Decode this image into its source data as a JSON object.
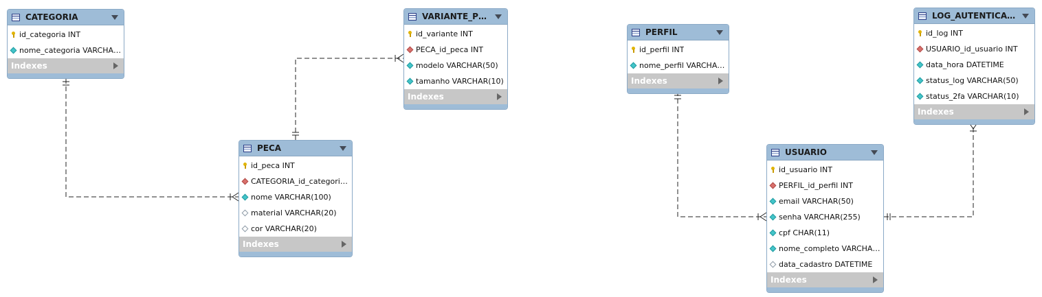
{
  "tables": {
    "categoria": {
      "name": "CATEGORIA",
      "columns": [
        {
          "text": "id_categoria INT",
          "kind": "pk"
        },
        {
          "text": "nome_categoria VARCHAR(50)",
          "kind": "nn"
        }
      ],
      "indexes_label": "Indexes"
    },
    "variante": {
      "name": "VARIANTE_PE...",
      "columns": [
        {
          "text": "id_variante INT",
          "kind": "pk"
        },
        {
          "text": "PECA_id_peca INT",
          "kind": "fk"
        },
        {
          "text": "modelo VARCHAR(50)",
          "kind": "nn"
        },
        {
          "text": "tamanho VARCHAR(10)",
          "kind": "nn"
        }
      ],
      "indexes_label": "Indexes"
    },
    "peca": {
      "name": "PECA",
      "columns": [
        {
          "text": "id_peca INT",
          "kind": "pk"
        },
        {
          "text": "CATEGORIA_id_categoria I...",
          "kind": "fk"
        },
        {
          "text": "nome VARCHAR(100)",
          "kind": "nn"
        },
        {
          "text": "material VARCHAR(20)",
          "kind": "col"
        },
        {
          "text": "cor VARCHAR(20)",
          "kind": "col"
        }
      ],
      "indexes_label": "Indexes"
    },
    "perfil": {
      "name": "PERFIL",
      "columns": [
        {
          "text": "id_perfil INT",
          "kind": "pk"
        },
        {
          "text": "nome_perfil VARCHAR(4...",
          "kind": "nn"
        }
      ],
      "indexes_label": "Indexes"
    },
    "log": {
      "name": "LOG_AUTENTICAC...",
      "columns": [
        {
          "text": "id_log INT",
          "kind": "pk"
        },
        {
          "text": "USUARIO_id_usuario INT",
          "kind": "fk"
        },
        {
          "text": "data_hora DATETIME",
          "kind": "nn"
        },
        {
          "text": "status_log VARCHAR(50)",
          "kind": "nn"
        },
        {
          "text": "status_2fa VARCHAR(10)",
          "kind": "nn"
        }
      ],
      "indexes_label": "Indexes"
    },
    "usuario": {
      "name": "USUARIO",
      "columns": [
        {
          "text": "id_usuario INT",
          "kind": "pk"
        },
        {
          "text": "PERFIL_id_perfil INT",
          "kind": "fk"
        },
        {
          "text": "email VARCHAR(50)",
          "kind": "nn"
        },
        {
          "text": "senha VARCHAR(255)",
          "kind": "nn"
        },
        {
          "text": "cpf CHAR(11)",
          "kind": "nn"
        },
        {
          "text": "nome_completo VARCHAR(6...",
          "kind": "nn"
        },
        {
          "text": "data_cadastro DATETIME",
          "kind": "col"
        }
      ],
      "indexes_label": "Indexes"
    }
  },
  "colors": {
    "header": "#9ebcd7",
    "indexes_bar": "#c7c7c7",
    "relationship_line": "#222222"
  }
}
